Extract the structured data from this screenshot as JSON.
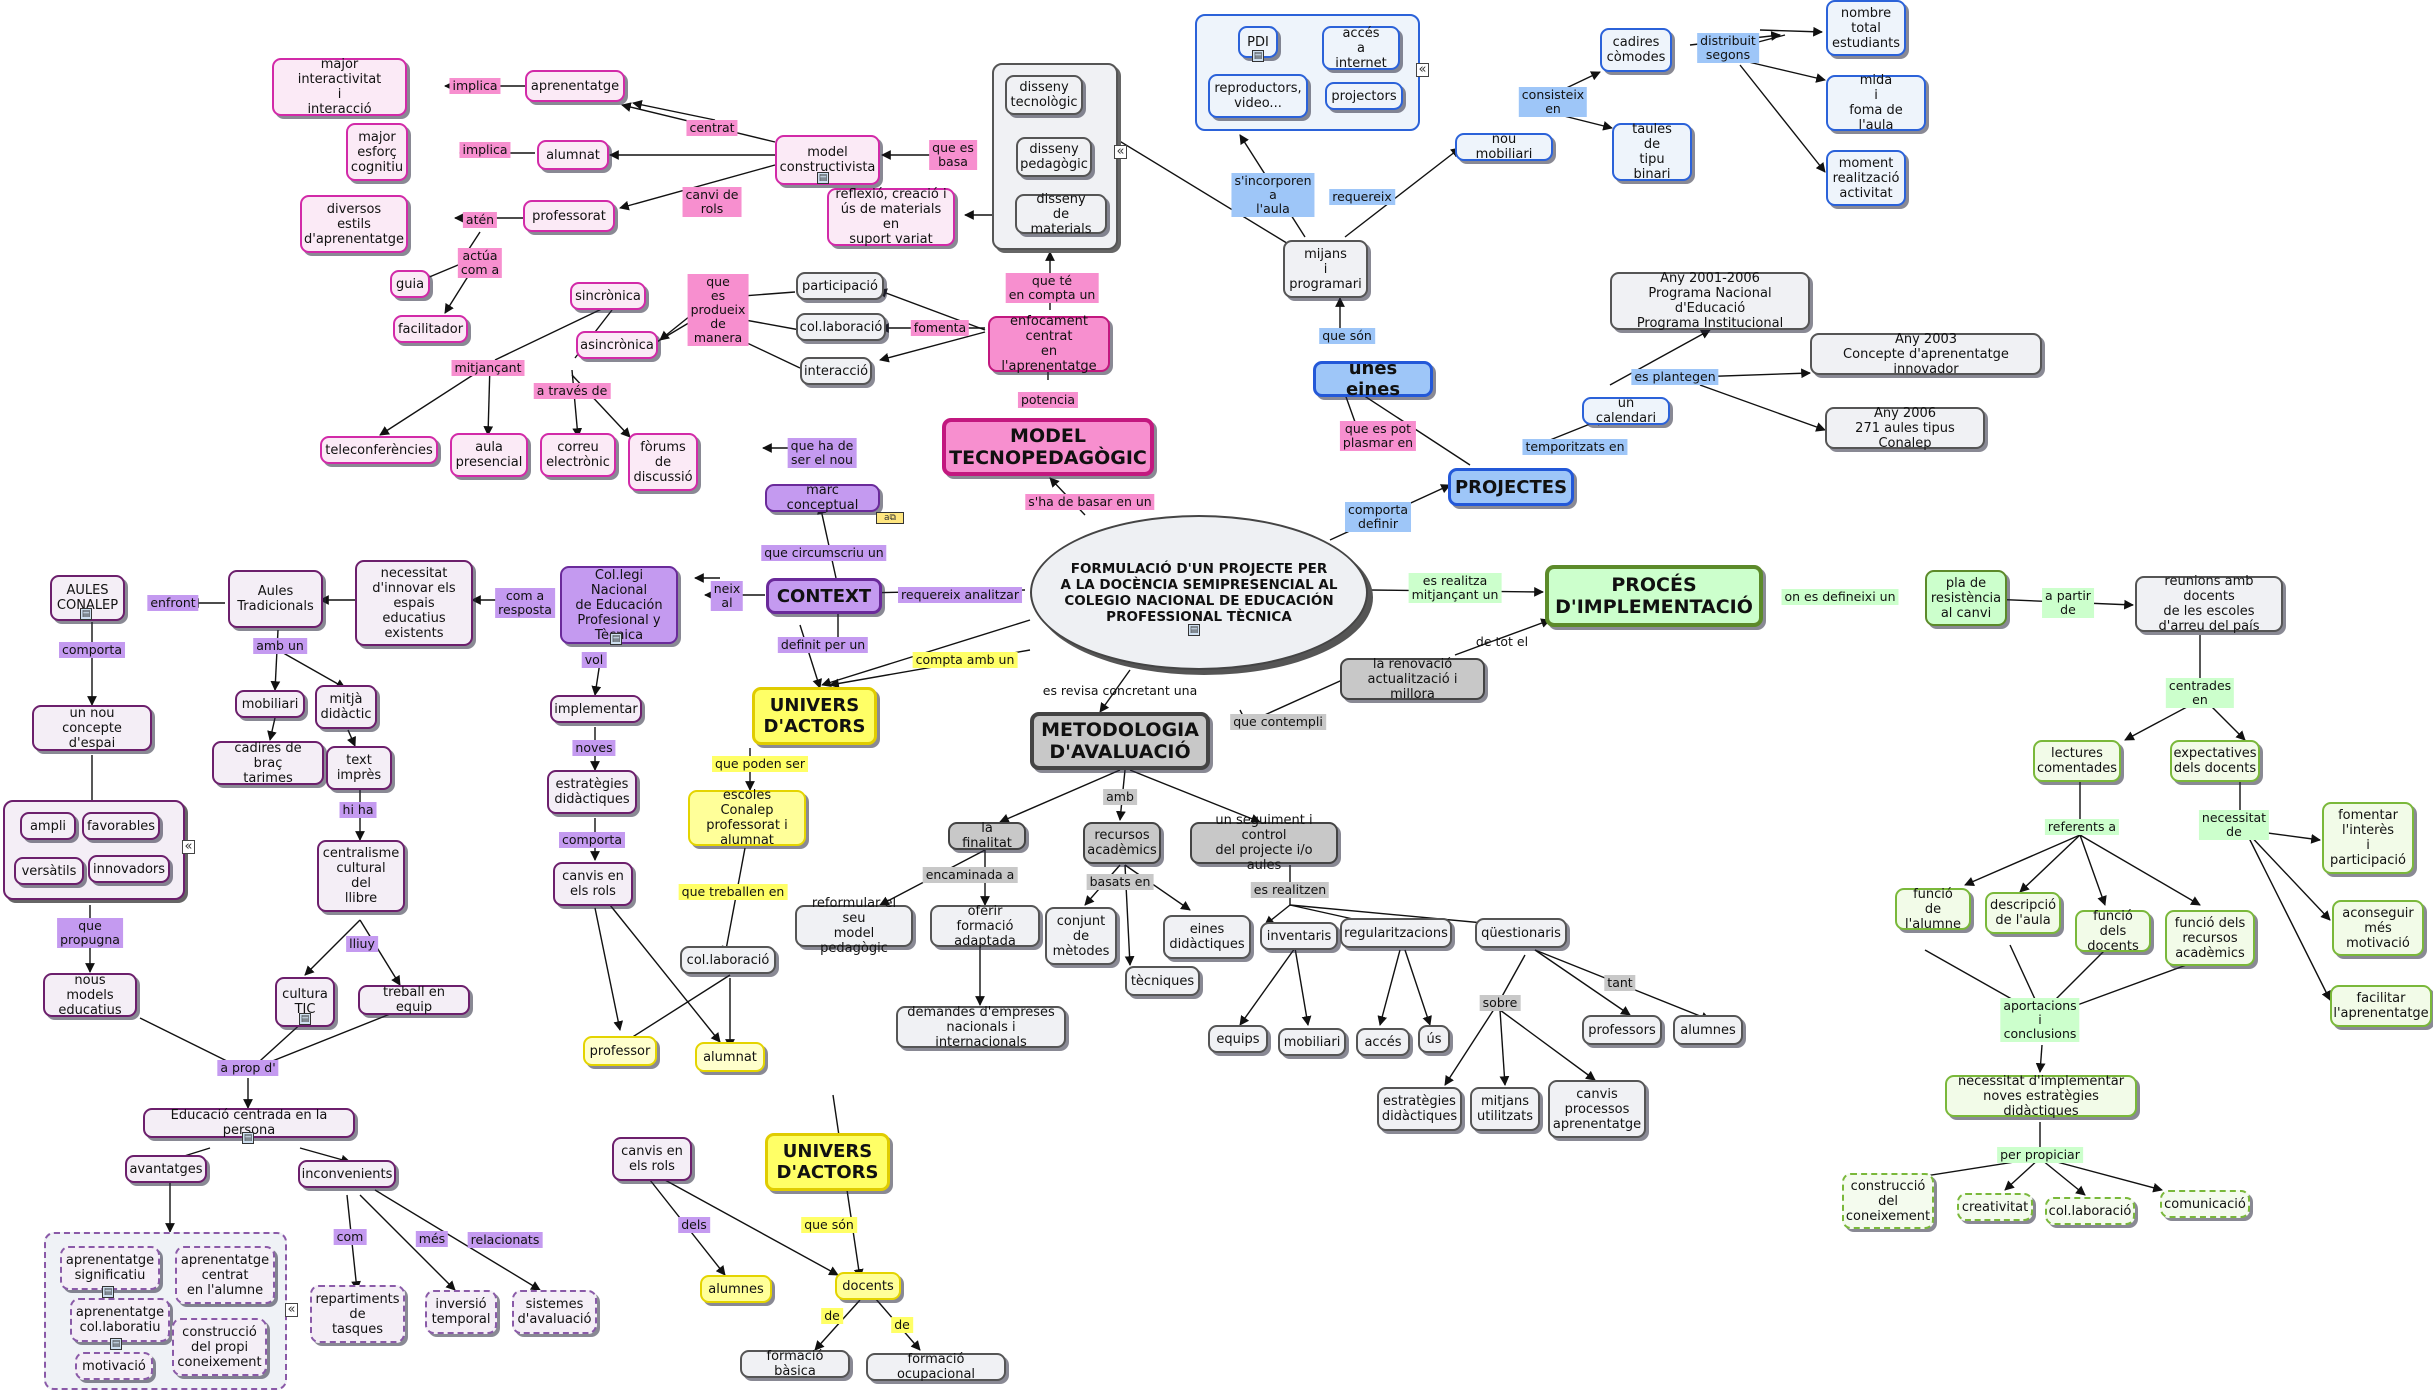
{
  "center": "FORMULACIÓ D'UN PROJECTE PER\nA LA DOCÈNCIA SEMIPRESENCIAL AL\nCOLEGIO NACIONAL DE EDUCACIÓN\nPROFESSIONAL TÈCNICA",
  "main": {
    "model": "MODEL\nTECNOPEDAGÒGIC",
    "context": "CONTEXT",
    "univers1": "UNIVERS\nD'ACTORS",
    "univers2": "UNIVERS\nD'ACTORS",
    "metodologia": "METODOLOGIA\nD'AVALUACIÓ",
    "proces": "PROCÉS\nD'IMPLEMENTACIÓ",
    "projectes": "PROJECTES",
    "eines": "unes eines"
  },
  "pink": {
    "model_constructivista": "model\nconstructivista",
    "aprenentatge": "aprenentatge",
    "alumnat": "alumnat",
    "professorat": "professorat",
    "major_interactivitat": "major interactivitat\ni\ninteracció",
    "major_esforc": "major\nesforç\ncognitiu",
    "diversos_estils": "diversos\nestils\nd'aprenentatge",
    "guia": "guia",
    "facilitador": "facilitador",
    "reflexio": "reflexió, creació i\nús de materials en\nsuport variat",
    "disseny_tec": "disseny\ntecnològic",
    "disseny_ped": "disseny\npedagògic",
    "disseny_mat": "disseny\nde materials",
    "enfocament": "enfocament\ncentrat\nen l'aprenentatge",
    "participacio": "participació",
    "col_laboracio": "col.laboració",
    "interaccio": "interacció",
    "sincronica": "sincrònica",
    "asincronica": "asincrònica",
    "teleconferencies": "teleconferències",
    "aula_presencial": "aula\npresencial",
    "correu": "correu\nelectrònic",
    "forums": "fòrums\nde\ndiscussió"
  },
  "purple": {
    "marc": "marc conceptual",
    "colegi": "Col.legi Nacional\nde Educación\nProfesional y\nTècnica",
    "necessitat_innovar": "necessitat\nd'innovar els\nespais educatius\nexistents",
    "aules_trad": "Aules\nTradicionals",
    "aules_conalep": "AULES\nCONALEP",
    "nou_concepte": "un nou concepte\nd'espai",
    "ampli": "ampli",
    "favorables": "favorables",
    "versatils": "versàtils",
    "innovadors": "innovadors",
    "mobiliari": "mobiliari",
    "mitja": "mitjà\ndidàctic",
    "cadires": "cadires de braç\ntarimes",
    "text_impres": "text\nimprès",
    "centralisme": "centralisme\ncultural\ndel\nllibre",
    "cultura_tic": "cultura\nTIC",
    "treball_equip": "treball en equip",
    "nous_models": "nous models\neducatius",
    "educacio_centrada": "Educació centrada en la persona",
    "avantatges": "avantatges",
    "inconvenients": "inconvenients",
    "apr_significatiu": "aprenentatge\nsignificatiu",
    "apr_centrat": "aprenentatge\ncentrat\nen l'alumne",
    "apr_col": "aprenentatge\ncol.laboratiu",
    "construccio_propi": "construcció\ndel propi\nconeixement",
    "motivacio": "motivació",
    "repartiments": "repartiments\nde\ntasques",
    "inversio": "inversió\ntemporal",
    "sistemes": "sistemes\nd'avaluació",
    "implementar": "implementar",
    "estrategies": "estratègies\ndidàctiques",
    "canvis_rols": "canvis en\nels rols",
    "canvis_rols2": "canvis en\nels rols"
  },
  "yellow": {
    "escoles": "escoles Conalep\nprofessorat i\nalumnat",
    "col_lab": "col.laboració",
    "professor": "professor",
    "alumnat": "alumnat",
    "alumnes": "alumnes",
    "docents": "docents",
    "formacio_basica": "formació bàsica",
    "formacio_ocup": "formació ocupacional"
  },
  "blue": {
    "pdi": "PDI",
    "acces_internet": "accés\na internet",
    "reproductors": "reproductors,\nvideo...",
    "projectors": "projectors",
    "mijans": "mijans\ni\nprogramari",
    "nou_mobiliari": "nou mobiliari",
    "cadires_comodes": "cadires\ncòmodes",
    "taules": "taules\nde\ntipu binari",
    "nombre_total": "nombre\ntotal\nestudiants",
    "mida": "mida\ni\nfoma de l'aula",
    "moment": "moment\nrealització\nactivitat",
    "calendari": "un calendari",
    "any2001": "Any 2001-2006\nPrograma Nacional d'Educació\nPrograma Institucional",
    "any2003": "Any 2003\nConcepte d'aprenentatge innovador",
    "any2006": "Any 2006\n271 aules tipus Conalep"
  },
  "gray": {
    "renovacio": "la renovació\nactualització i millora",
    "finalitat": "la finalitat",
    "recursos": "recursos\nacadèmics",
    "seguiment": "un seguiment i control\ndel projecte i/o aules",
    "reformular": "reformular el seu\nmodel pedagògic",
    "oferir": "oferir formació\nadaptada",
    "demandes": "demandes d'empreses\nnacionals i internacionals",
    "conjunt": "conjunt\nde\nmètodes",
    "eines_did": "eines\ndidàctiques",
    "tecniques": "tècniques",
    "inventaris": "inventaris",
    "regularitzacions": "regularitzacions",
    "questionaris": "qüestionaris",
    "equips": "equips",
    "mobiliari": "mobiliari",
    "acces": "accés",
    "us": "ús",
    "professors": "professors",
    "alumnes": "alumnes",
    "estrategies": "estratègies\ndidàctiques",
    "mitjans": "mitjans\nutilitzats",
    "canvis_proc": "canvis\nprocessos\naprenentatge"
  },
  "green": {
    "pla": "pla de\nresistència\nal canvi",
    "reunions": "reunions amb docents\nde les escoles\nd'arreu del país",
    "lectures": "lectures\ncomentades",
    "expectatives": "expectatives\ndels docents",
    "funcio_alumne": "funció de\nl'alumne",
    "descripcio": "descripció\nde l'aula",
    "funcio_docents": "funció dels\ndocents",
    "funcio_recursos": "funció dels\nrecursos\nacadèmics",
    "fomentar": "fomentar\nl'interès\ni\nparticipació",
    "aconseguir": "aconseguir\nmés\nmotivació",
    "facilitar": "facilitar\nl'aprenentatge",
    "necessitat_impl": "necessitat d'implementar\nnoves estratègies didàctiques",
    "construccio": "construcció\ndel\nconeixement",
    "creativitat": "creativitat",
    "col_laboracio": "col.laboració",
    "comunicacio": "comunicació"
  },
  "labels": {
    "implica1": "implica",
    "implica2": "implica",
    "aten": "atén",
    "centrat": "centrat",
    "canvi_rols": "canvi de\nrols",
    "que_es_basa": "que es\nbasa",
    "actua": "actúa\ncom a",
    "que_es_produeix": "que\nes\nprodueix\nde\nmanera",
    "fomenta": "fomenta",
    "que_te_en_compta": "que té\nen compta un",
    "potencia": "potencia",
    "mitjancant": "mitjançant",
    "a_traves": "a través de",
    "que_ha_de_ser": "que ha de\nser el nou",
    "sha_de_basar": "s'ha de basar en un",
    "que_circumscriu": "que circumscriu un",
    "neix_al": "neix\nal",
    "com_a_resposta": "com a\nresposta",
    "enfront": "enfront",
    "comporta1": "comporta",
    "amb_un": "amb un",
    "hi_ha": "hi ha",
    "que_propugna": "que\npropugna",
    "lliuy": "lliuy",
    "a_prop": "a prop d'",
    "vol": "vol",
    "noves": "noves",
    "comporta2": "comporta",
    "requereix_analitzar": "requereix analitzar",
    "definit_per_un": "definit per un",
    "compta_amb_un": "compta amb un",
    "que_poden_ser": "que poden ser",
    "que_treballen": "que treballen en",
    "com": "com",
    "mes": "més",
    "relacionats": "relacionats",
    "dels": "dels",
    "que_son1": "que són",
    "de1": "de",
    "de2": "de",
    "sincorporen": "s'incorporen\na\nl'aula",
    "requereix": "requereix",
    "que_son2": "que són",
    "consisteix": "consisteix\nen",
    "distribuit": "distribuit\nsegons",
    "que_es_pot": "que es pot\nplasmar en",
    "comporta_definir": "comporta\ndefinir",
    "temporitzats": "temporitzats en",
    "es_plantegen": "es plantegen",
    "es_realitza": "es realitza\nmitjançant un",
    "de_tot_el": "de tot el",
    "on_es_defineixi": "on es defineixi un",
    "a_partir": "a partir\nde",
    "centrades": "centrades\nen",
    "referents": "referents a",
    "necessitat_de": "necessitat\nde",
    "aportacions": "aportacions\ni\nconclusions",
    "per_propiciar": "per propiciar",
    "es_revisa": "es revisa concretant una",
    "que_contempli": "que contempli",
    "amb": "amb",
    "encaminada": "encaminada a",
    "basats": "basats en",
    "es_realitzen": "es realitzen",
    "sobre": "sobre",
    "tant": "tant"
  },
  "colors": {
    "pink": "#f78fcf",
    "purple": "#c49af0",
    "blue": "#9ec6f8",
    "gray": "#c8c8c8",
    "yellow": "#ffff66",
    "green": "#ccffcc"
  },
  "icons": [
    "document-icon",
    "collapse-icon"
  ]
}
